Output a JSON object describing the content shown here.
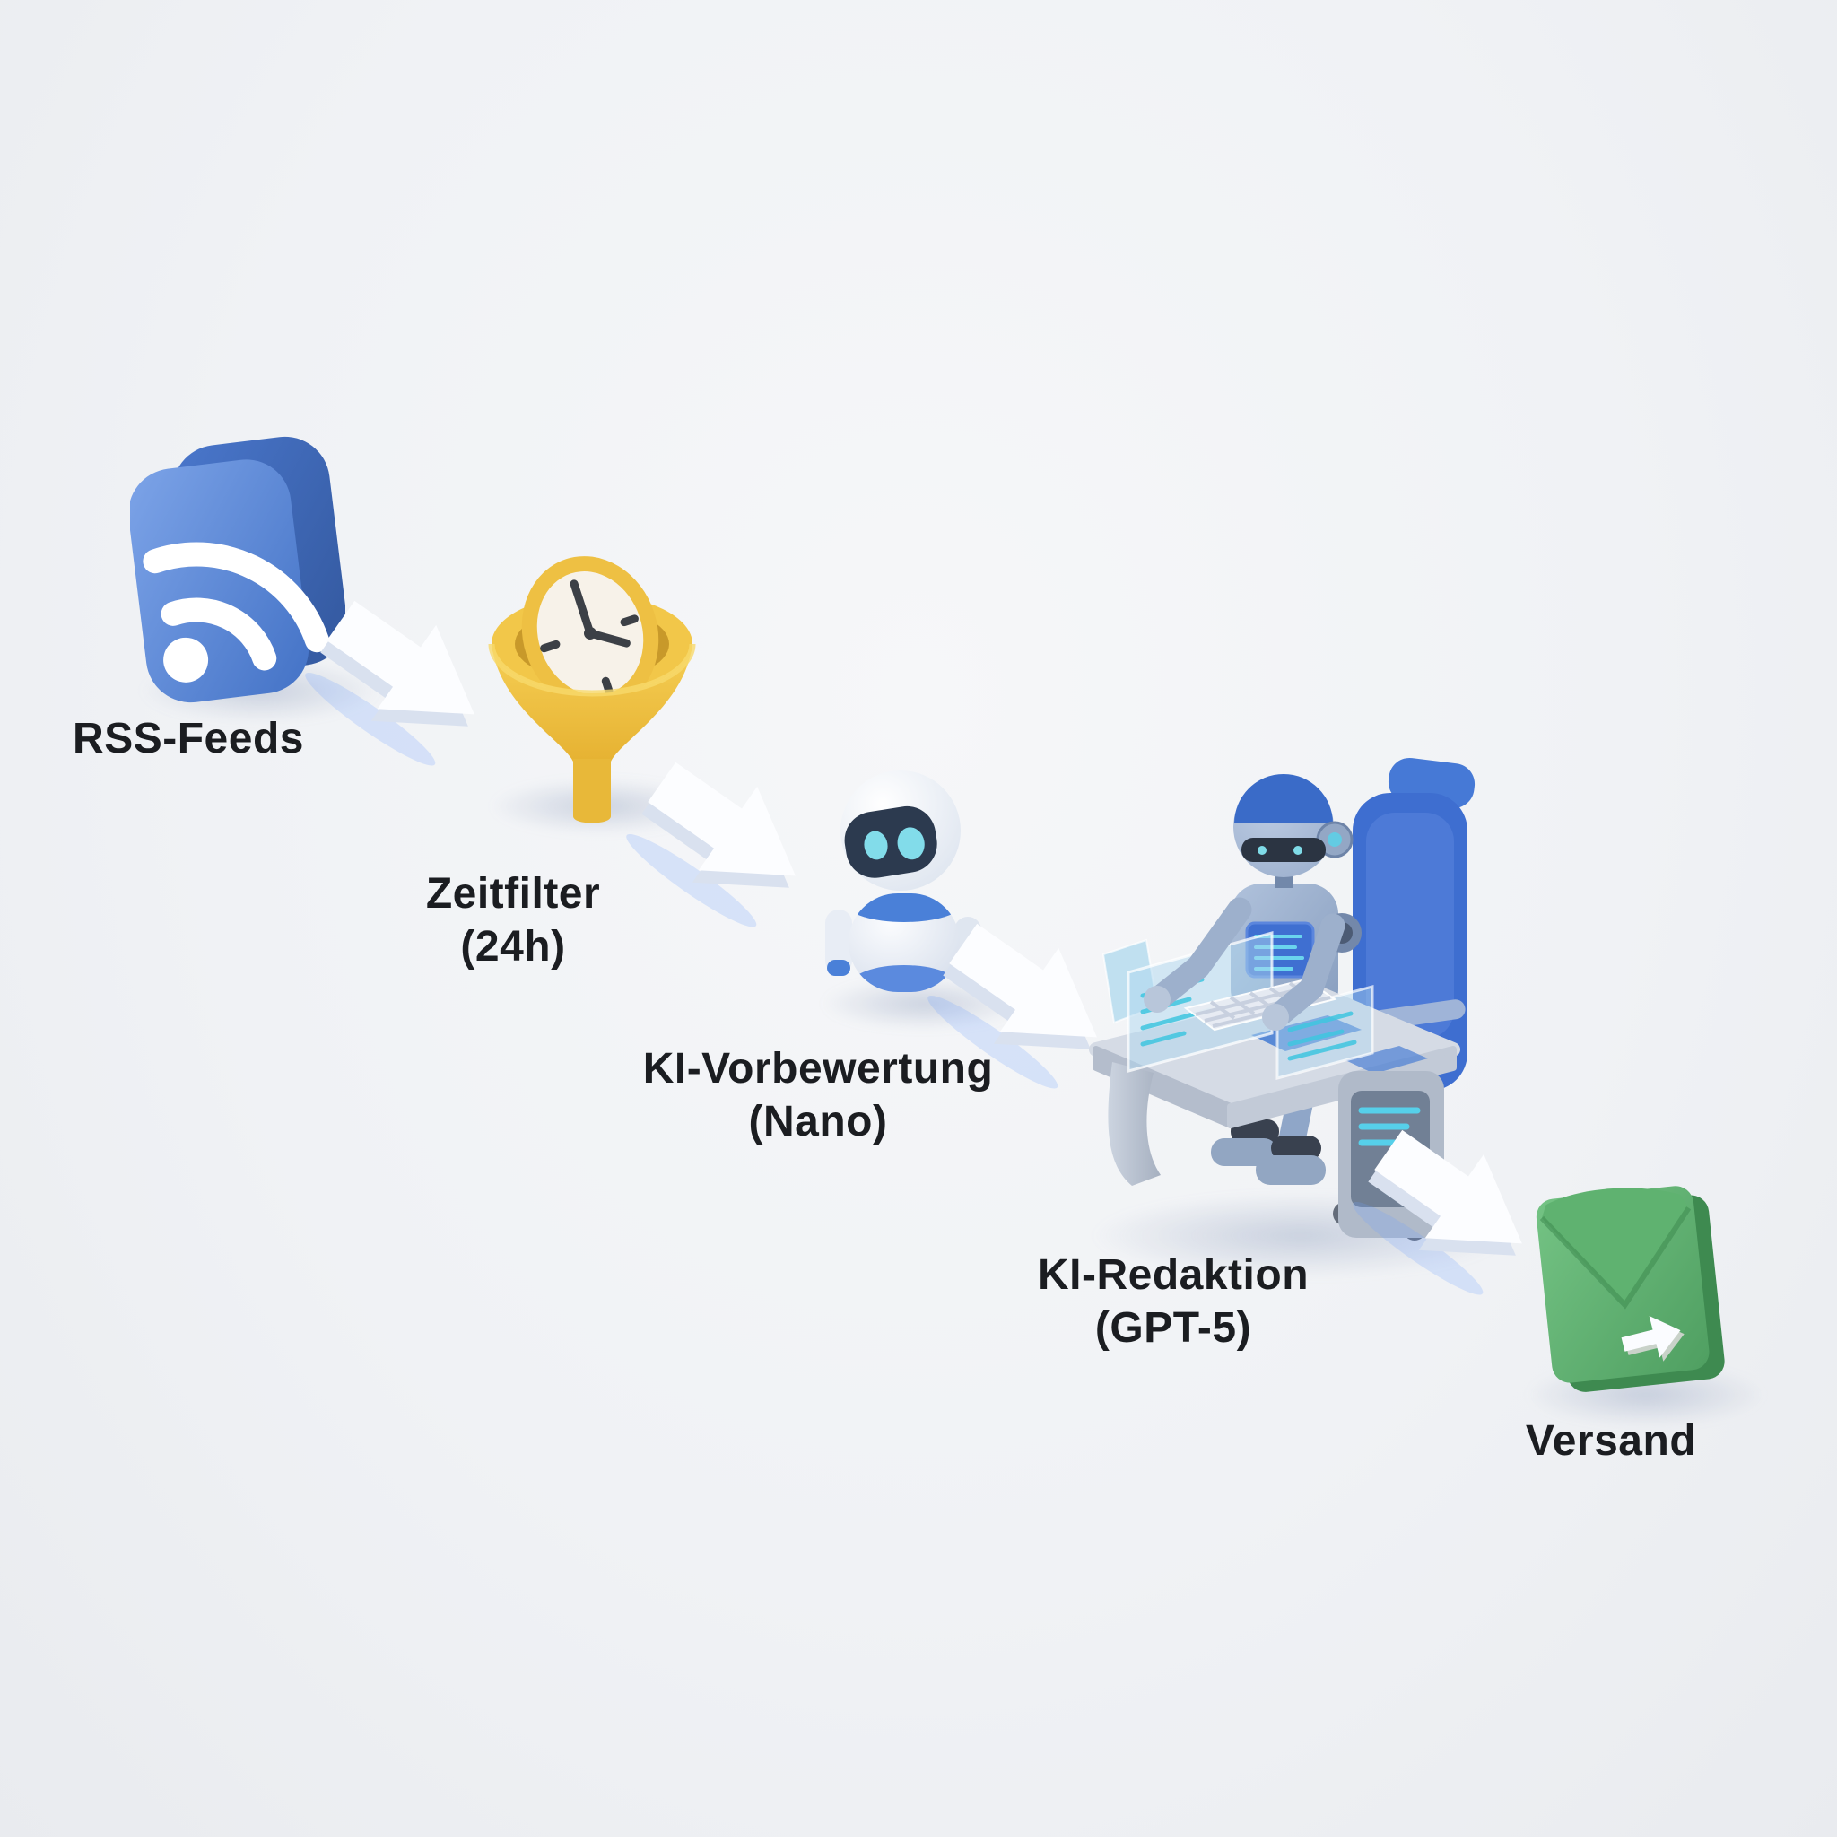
{
  "diagram": {
    "description": "3D isometric pipeline flow from RSS feeds to newsletter dispatch",
    "background_color": "#f0f2f5",
    "text_color": "#1b1d21",
    "arrow_color": "#fcfdff",
    "screen_accent_cyan": "#56d0ea",
    "steps": {
      "rss": {
        "label": "RSS-Feeds",
        "icon": "rss-icon",
        "color": "#4a7ed0"
      },
      "zeitfilter": {
        "line1": "Zeitfilter",
        "line2": "(24h)",
        "icon": "funnel-clock-icon",
        "color": "#f0c443"
      },
      "vorbewertung": {
        "line1": "KI-Vorbewertung",
        "line2": "(Nano)",
        "icon": "assistant-robot-icon",
        "color": "#eef2f8"
      },
      "redaktion": {
        "line1": "KI-Redaktion",
        "line2": "(GPT-5)",
        "icon": "robot-at-desk-icon",
        "color": "#9db0cc"
      },
      "versand": {
        "label": "Versand",
        "icon": "envelope-send-icon",
        "color": "#57a967"
      }
    }
  }
}
